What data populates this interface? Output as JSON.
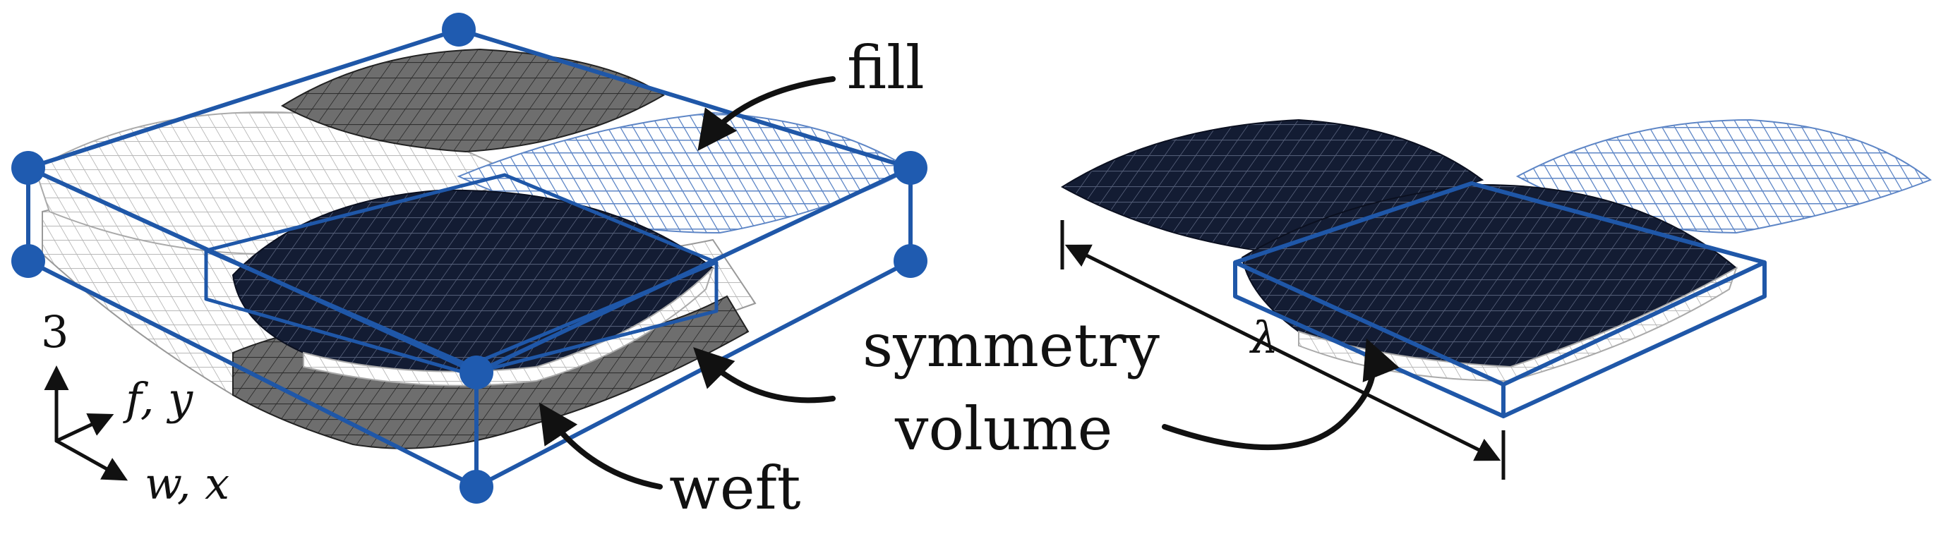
{
  "labels": {
    "fill": "fill",
    "weft": "weft",
    "symmetry_line1": "symmetry",
    "symmetry_line2": "volume",
    "lambda": "λ",
    "axis_3": "3",
    "axis_fy": "f, y",
    "axis_wx": "w, x"
  },
  "colors": {
    "box_blue": "#1f57a8",
    "node_blue": "#1f5bb0",
    "navy_patch": "#131c33",
    "gray_patch": "#6a6a6a",
    "white_patch": "#ffffff",
    "light_blue_patch": "#5e86c6"
  }
}
